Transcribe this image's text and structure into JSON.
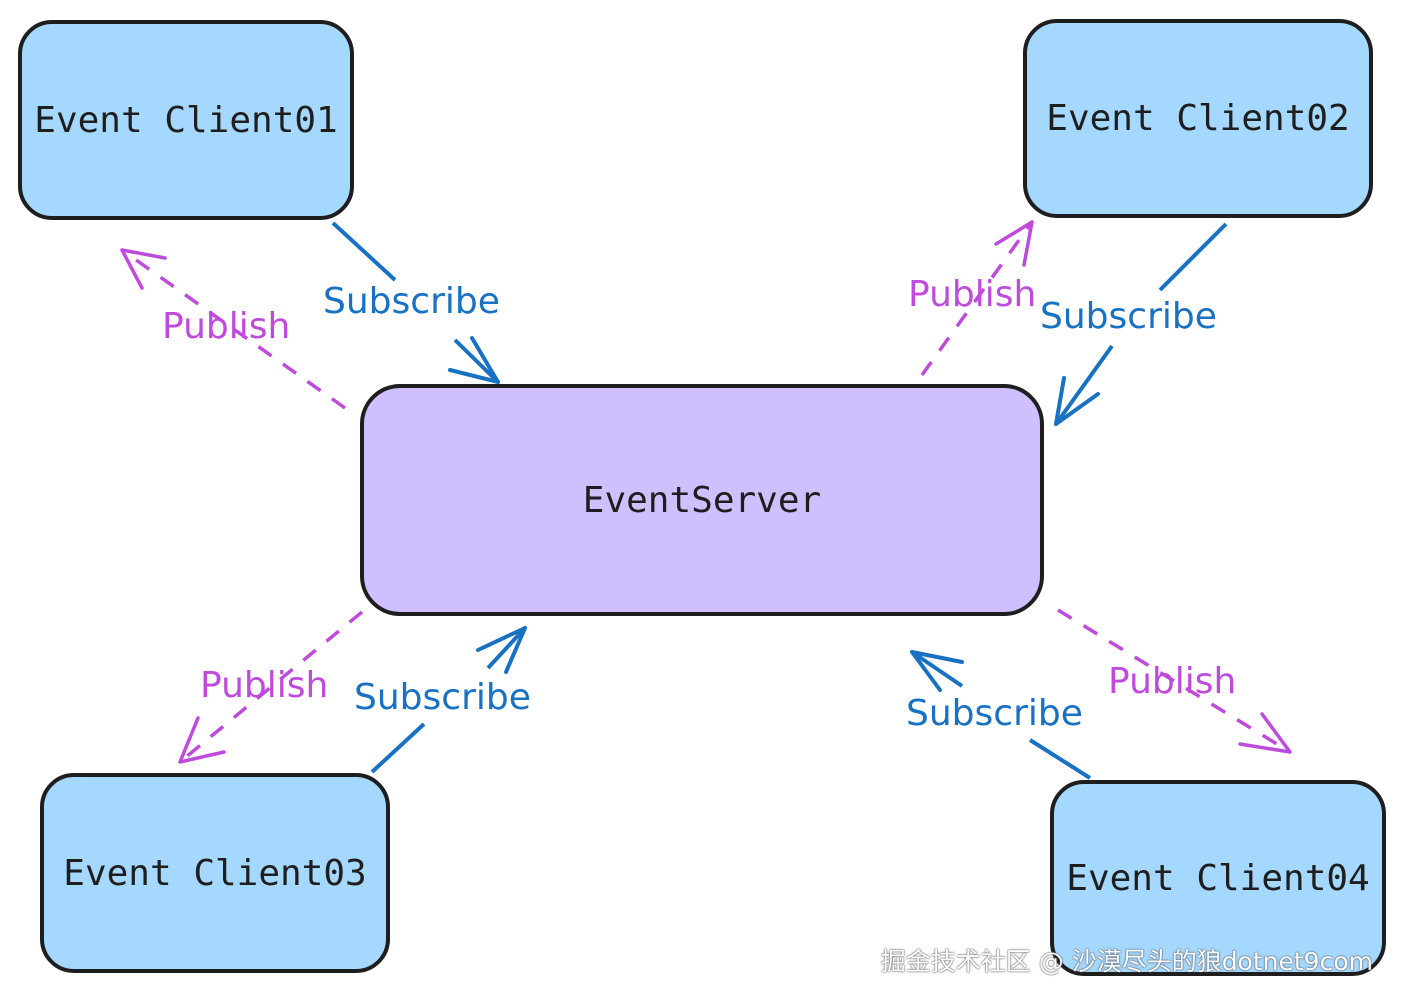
{
  "nodes": {
    "client01": "Event Client01",
    "client02": "Event Client02",
    "client03": "Event Client03",
    "client04": "Event Client04",
    "server": "EventServer"
  },
  "labels": {
    "publish": "Publish",
    "subscribe": "Subscribe"
  },
  "colors": {
    "client_fill": "#a5d8ff",
    "server_fill": "#d0bfff",
    "publish": "#be4bdb",
    "subscribe": "#1971c2"
  },
  "watermark": "掘金技术社区 @ 沙漠尽头的狼dotnet9com"
}
